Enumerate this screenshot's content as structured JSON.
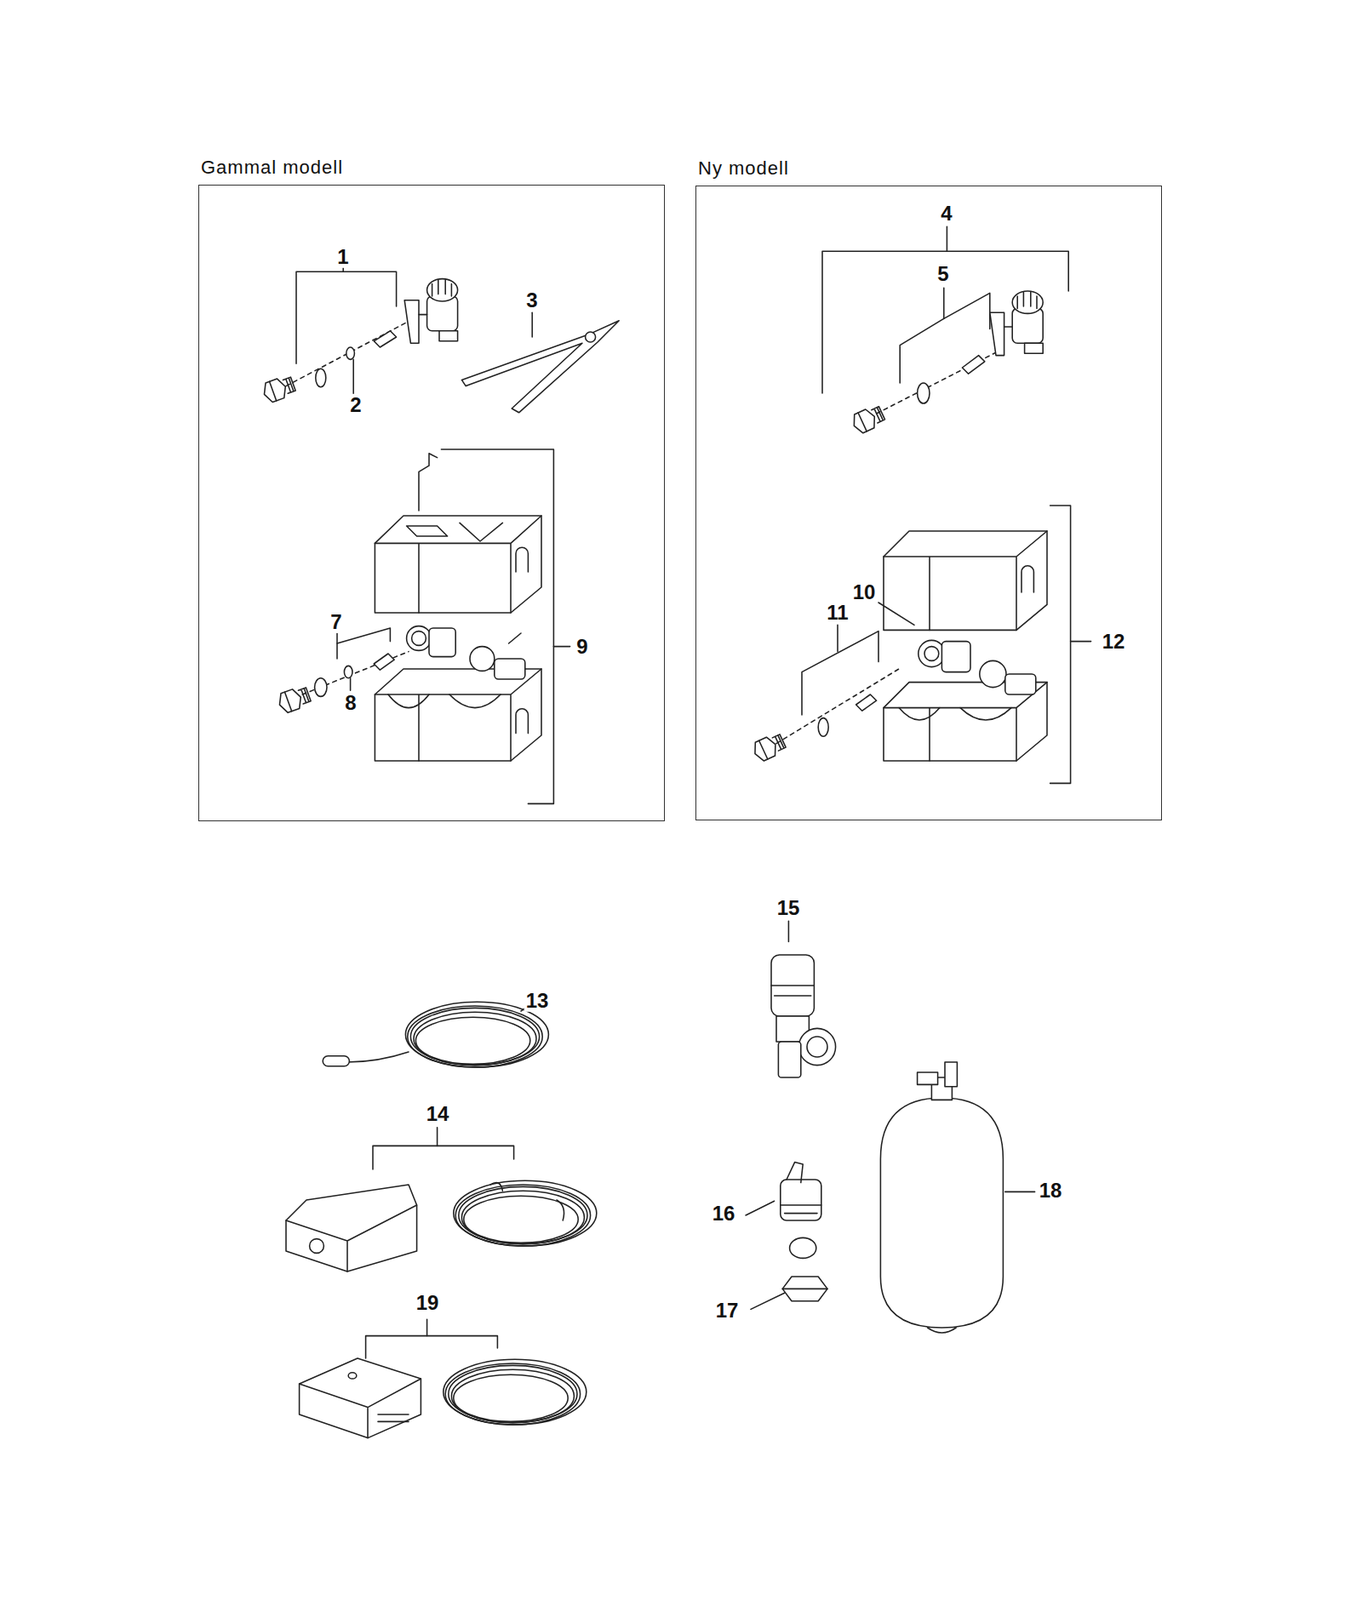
{
  "diagram": {
    "nodes": [
      {
        "text": [
          "Gammal modell"
        ]
      },
      {
        "text": [
          "Ny modell"
        ]
      }
    ],
    "labels": [
      "1",
      "2",
      "3",
      "7",
      "8",
      "9",
      "4",
      "5",
      "10",
      "11",
      "12",
      "13",
      "14",
      "19",
      "15",
      "16",
      "17",
      "18"
    ]
  }
}
